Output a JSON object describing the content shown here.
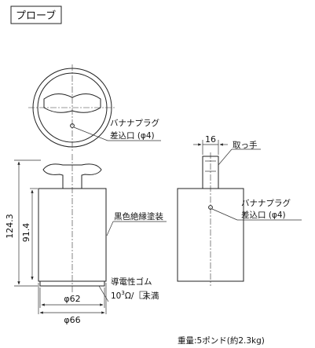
{
  "title": "プローブ",
  "top_view": {
    "jack_label_line1": "バナナプラグ",
    "jack_label_line2": "差込口 (φ4)"
  },
  "front_view": {
    "dim_height_total": "124.3",
    "dim_height_body": "91.4",
    "coating_label": "黒色絶縁塗装",
    "rubber_label_line1": "導電性ゴム",
    "rubber_label_line2_prefix": "10",
    "rubber_label_line2_exp": "3",
    "rubber_label_line2_mid": "Ω/",
    "rubber_label_line2_suffix": "未満",
    "dim_dia_inner": "φ62",
    "dim_dia_outer": "φ66"
  },
  "side_view": {
    "dim_handle_width": "16",
    "handle_label": "取っ手",
    "jack_label_line1": "バナナプラグ",
    "jack_label_line2": "差込口 (φ4)"
  },
  "weight_note": "重量:5ポンド(約2.3kg)"
}
